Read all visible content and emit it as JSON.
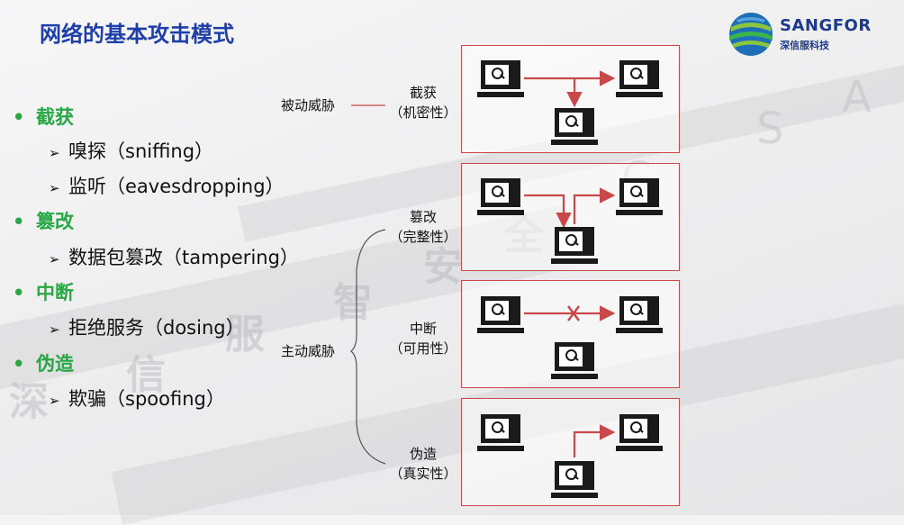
{
  "slide": {
    "title": "网络的基本攻击模式",
    "logo": {
      "name": "SANGFOR",
      "subtitle": "深信服科技"
    },
    "watermark": {
      "cn": "深 信 服 智 安 全",
      "letters": "C S A"
    }
  },
  "attack_list": [
    {
      "label": "截获",
      "subs": [
        "嗅探（sniffing）",
        "监听（eavesdropping）"
      ]
    },
    {
      "label": "篡改",
      "subs": [
        "数据包篡改（tampering）"
      ]
    },
    {
      "label": "中断",
      "subs": [
        "拒绝服务（dosing）"
      ]
    },
    {
      "label": "伪造",
      "subs": [
        "欺骗（spoofing）"
      ]
    }
  ],
  "categories": {
    "passive": "被动威胁",
    "active": "主动威胁"
  },
  "threats": [
    {
      "name": "截获",
      "property": "（机密性）"
    },
    {
      "name": "篡改",
      "property": "（完整性）"
    },
    {
      "name": "中断",
      "property": "（可用性）"
    },
    {
      "name": "伪造",
      "property": "（真实性）"
    }
  ],
  "colors": {
    "title": "#1f3fa8",
    "bullet": "#27a844",
    "arrow": "#c9494a",
    "box_border": "#c9494a"
  },
  "icons": {
    "computer": "monitor-magnifier-icon",
    "blocked": "x-mark-icon"
  }
}
